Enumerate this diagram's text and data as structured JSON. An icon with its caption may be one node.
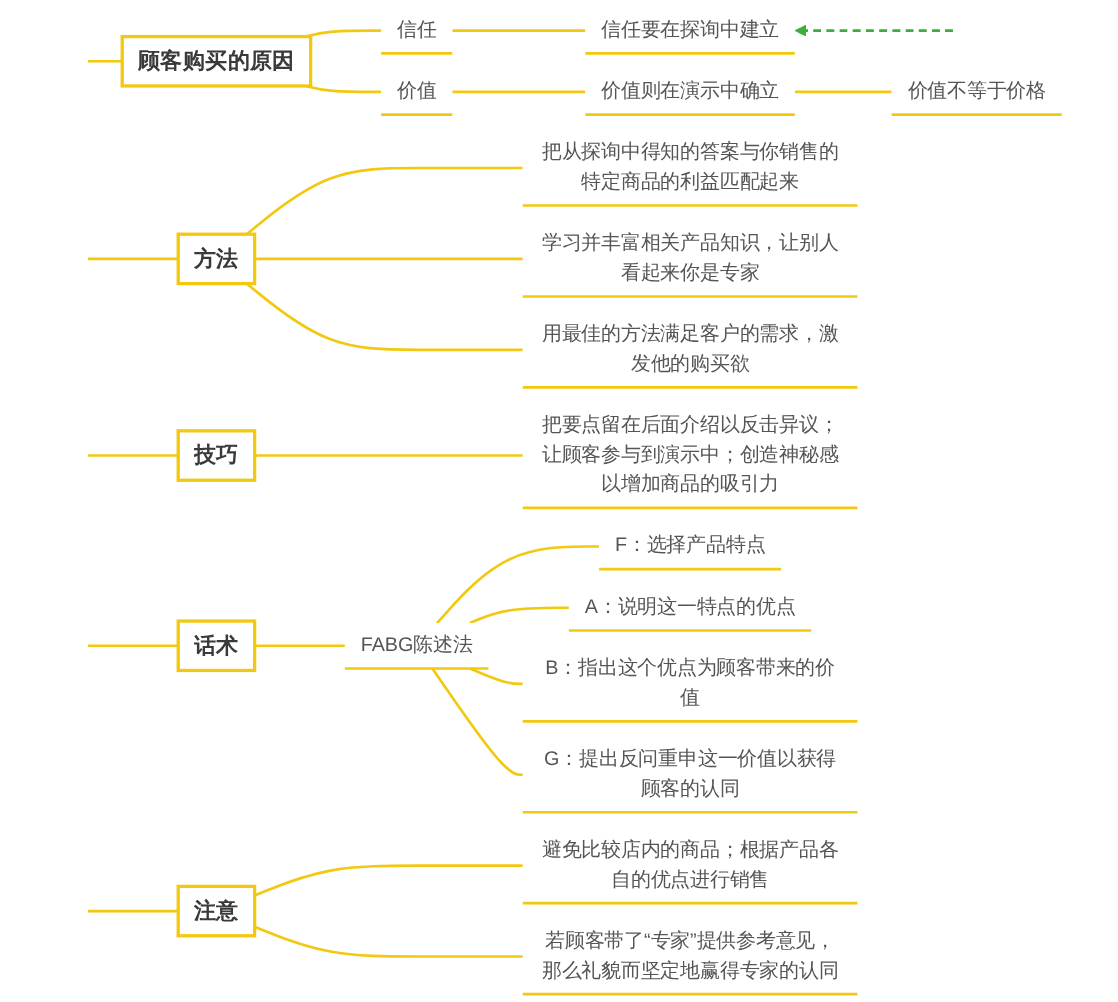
{
  "diagram": {
    "nodes": [
      {
        "text": [
          "顾客购买的原因"
        ]
      },
      {
        "text": [
          "信任"
        ]
      },
      {
        "text": [
          "信任要在探询中建立"
        ]
      },
      {
        "text": [
          "价值"
        ]
      },
      {
        "text": [
          "价值则在演示中确立"
        ]
      },
      {
        "text": [
          "价值不等于价格"
        ]
      },
      {
        "text": [
          "方法"
        ]
      },
      {
        "text": [
          "把从探询中得知的答案与你销售的特定商品的利益匹配起来"
        ]
      },
      {
        "text": [
          "学习并丰富相关产品知识，让别人看起来你是专家"
        ]
      },
      {
        "text": [
          "用最佳的方法满足客户的需求，激发他的购买欲"
        ]
      },
      {
        "text": [
          "技巧"
        ]
      },
      {
        "text": [
          "把要点留在后面介绍以反击异议；让顾客参与到演示中；创造神秘感以增加商品的吸引力"
        ]
      },
      {
        "text": [
          "话术"
        ]
      },
      {
        "text": [
          "FABG陈述法"
        ]
      },
      {
        "text": [
          "F：选择产品特点"
        ]
      },
      {
        "text": [
          "A：说明这一特点的优点"
        ]
      },
      {
        "text": [
          "B：指出这个优点为顾客带来的价值"
        ]
      },
      {
        "text": [
          "G：提出反问重申这一价值以获得顾客的认同"
        ]
      },
      {
        "text": [
          "注意"
        ]
      },
      {
        "text": [
          "避免比较店内的商品；根据产品各自的优点进行销售"
        ]
      },
      {
        "text": [
          "若顾客带了“专家”提供参考意见，那么礼貌而坚定地赢得专家的认同"
        ]
      }
    ],
    "edges": [
      {
        "from": null,
        "to": 0,
        "arrow": "none"
      },
      {
        "from": 0,
        "to": 1,
        "arrow": "none"
      },
      {
        "from": 1,
        "to": 2,
        "arrow": "none"
      },
      {
        "from": 0,
        "to": 3,
        "arrow": "none"
      },
      {
        "from": 3,
        "to": 4,
        "arrow": "none"
      },
      {
        "from": 4,
        "to": 5,
        "arrow": "none"
      },
      {
        "from": null,
        "to": 2,
        "arrow": "to",
        "style": "dashed",
        "color": "#3cae3c"
      },
      {
        "from": null,
        "to": 6,
        "arrow": "none"
      },
      {
        "from": 6,
        "to": 7,
        "arrow": "none"
      },
      {
        "from": 6,
        "to": 8,
        "arrow": "none"
      },
      {
        "from": 6,
        "to": 9,
        "arrow": "none"
      },
      {
        "from": null,
        "to": 10,
        "arrow": "none"
      },
      {
        "from": 10,
        "to": 11,
        "arrow": "none"
      },
      {
        "from": null,
        "to": 12,
        "arrow": "none"
      },
      {
        "from": 12,
        "to": 13,
        "arrow": "none"
      },
      {
        "from": 13,
        "to": 14,
        "arrow": "none"
      },
      {
        "from": 13,
        "to": 15,
        "arrow": "none"
      },
      {
        "from": 13,
        "to": 16,
        "arrow": "none"
      },
      {
        "from": 13,
        "to": 17,
        "arrow": "none"
      },
      {
        "from": null,
        "to": 18,
        "arrow": "none"
      },
      {
        "from": 18,
        "to": 19,
        "arrow": "none"
      },
      {
        "from": 18,
        "to": 20,
        "arrow": "none"
      }
    ]
  }
}
